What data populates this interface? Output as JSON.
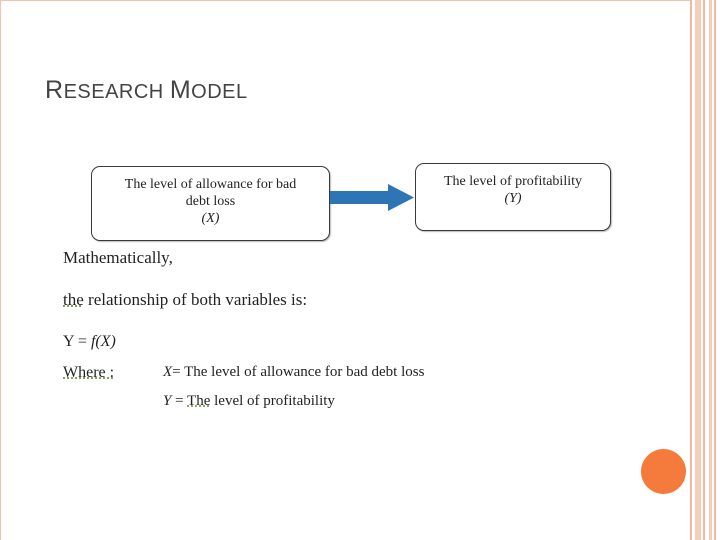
{
  "slide": {
    "title_first_big": "R",
    "title_first_small": "ESEARCH ",
    "title_second_big": "M",
    "title_second_small": "ODEL"
  },
  "diagram": {
    "box_x": {
      "line1": "The level of allowance for bad",
      "line2": "debt loss",
      "line3": "(X)"
    },
    "box_y": {
      "line1": "The level of profitability",
      "line2": "(Y)"
    },
    "arrow_color": "#2e75b6"
  },
  "body": {
    "mathematically": "Mathematically,",
    "relationship_prefix": "the",
    "relationship_rest": " relationship of both variables is:",
    "equation_lhs": "Y = ",
    "equation_rhs": "f(X)",
    "where_label": "Where :",
    "x_symbol": "X",
    "x_definition": "= The level of allowance for bad debt loss",
    "y_symbol": "Y",
    "y_eq": " = ",
    "y_definition_prefix": "The",
    "y_definition_rest": " level of profitability"
  },
  "colors": {
    "accent_orange": "#f47b3c",
    "stripe_light": "#f6cdb9",
    "stripe_dark": "#f2b8a0"
  }
}
